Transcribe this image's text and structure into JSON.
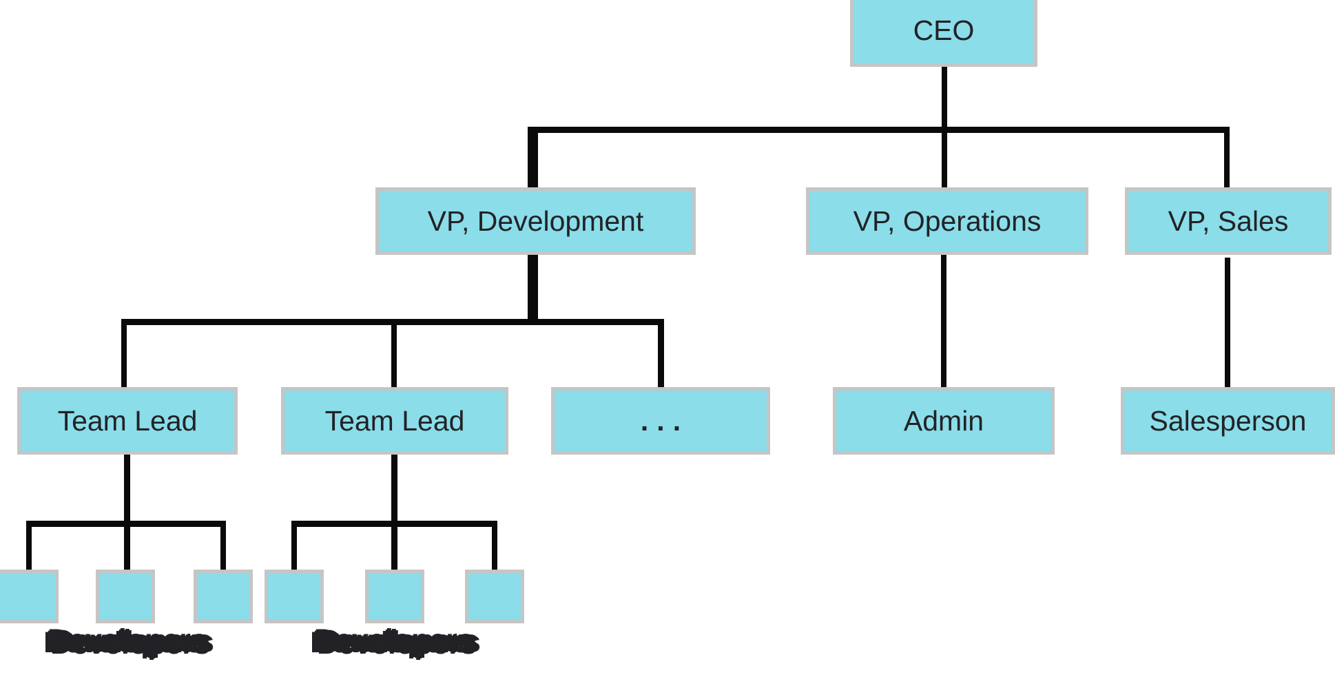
{
  "diagram": {
    "type": "org-chart",
    "colors": {
      "background": "#FFFFFF",
      "box_fill": "#8ADDE9",
      "box_border": "#C5C5C5",
      "line": "#0A0A0A",
      "text": "#222226"
    },
    "nodes": {
      "ceo": {
        "label": "CEO"
      },
      "vp_development": {
        "label": "VP, Development"
      },
      "vp_operations": {
        "label": "VP, Operations"
      },
      "vp_sales": {
        "label": "VP, Sales"
      },
      "team_lead_1": {
        "label": "Team Lead"
      },
      "team_lead_2": {
        "label": "Team Lead"
      },
      "more": {
        "label": "..."
      },
      "admin": {
        "label": "Admin"
      },
      "salesperson": {
        "label": "Salesperson"
      }
    },
    "developer_groups": [
      {
        "label": "Developers",
        "box_count": 3,
        "parent": "team_lead_1"
      },
      {
        "label": "Developers",
        "box_count": 3,
        "parent": "team_lead_2"
      }
    ],
    "edges": [
      {
        "from": "ceo",
        "to": "vp_development"
      },
      {
        "from": "ceo",
        "to": "vp_operations"
      },
      {
        "from": "ceo",
        "to": "vp_sales"
      },
      {
        "from": "vp_development",
        "to": "team_lead_1"
      },
      {
        "from": "vp_development",
        "to": "team_lead_2"
      },
      {
        "from": "vp_development",
        "to": "more"
      },
      {
        "from": "vp_operations",
        "to": "admin"
      },
      {
        "from": "vp_sales",
        "to": "salesperson"
      },
      {
        "from": "team_lead_1",
        "to": "developers_group_1"
      },
      {
        "from": "team_lead_2",
        "to": "developers_group_2"
      }
    ]
  }
}
